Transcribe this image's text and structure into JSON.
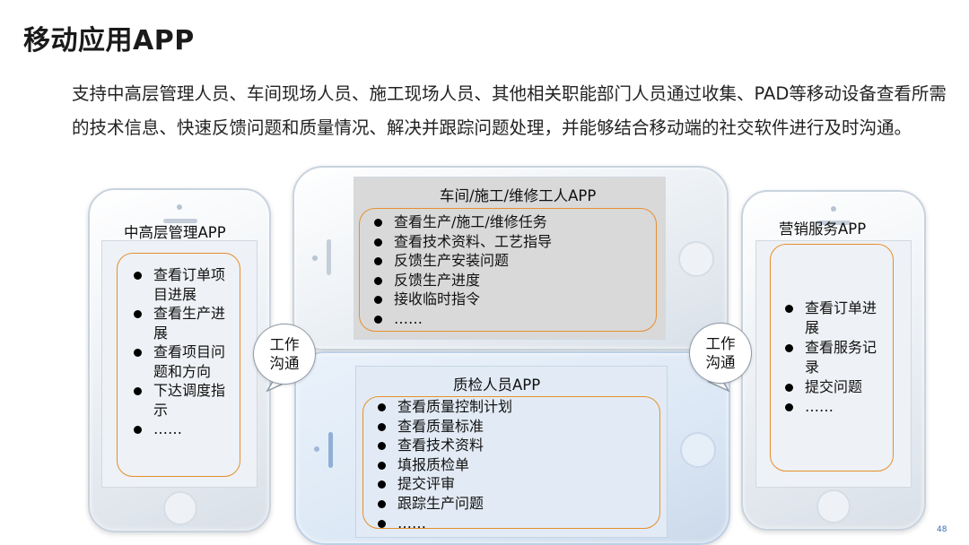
{
  "title": "移动应用APP",
  "description": "支持中高层管理人员、车间现场人员、施工现场人员、其他相关职能部门人员通过收集、PAD等移动设备查看所需的技术信息、快速反馈问题和质量情况、解决并跟踪问题处理，并能够结合移动端的社交软件进行及时沟通。",
  "phones": {
    "left": {
      "title": "中高层管理APP",
      "items": [
        "查看订单项目进展",
        "查看生产进展",
        "查看项目问题和方向",
        "下达调度指示",
        "……"
      ]
    },
    "top": {
      "title": "车间/施工/维修工人APP",
      "items": [
        "查看生产/施工/维修任务",
        "查看技术资料、工艺指导",
        "反馈生产安装问题",
        "反馈生产进度",
        "接收临时指令",
        "……"
      ]
    },
    "bottom": {
      "title": "质检人员APP",
      "items": [
        "查看质量控制计划",
        "查看质量标准",
        "查看技术资料",
        "填报质检单",
        "提交评审",
        "跟踪生产问题",
        "……"
      ]
    },
    "right": {
      "title": "营销服务APP",
      "items": [
        "查看订单进展",
        "查看服务记录",
        "提交问题",
        "……"
      ]
    }
  },
  "bubbles": {
    "left": "工作沟通",
    "right": "工作沟通"
  },
  "page_number": "48",
  "colors": {
    "list_border": "#e58f2e",
    "top_screen": "#d9d9d9",
    "bottom_phone": "#dce8f5"
  }
}
